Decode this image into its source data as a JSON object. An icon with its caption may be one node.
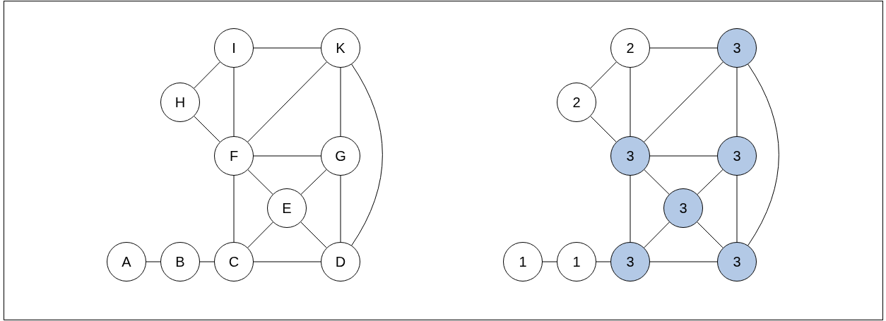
{
  "diagram": {
    "nodes": [
      {
        "text": [
          "I"
        ]
      },
      {
        "text": [
          "K"
        ]
      },
      {
        "text": [
          "H"
        ]
      },
      {
        "text": [
          "F"
        ]
      },
      {
        "text": [
          "G"
        ]
      },
      {
        "text": [
          "E"
        ]
      },
      {
        "text": [
          "A"
        ]
      },
      {
        "text": [
          "B"
        ]
      },
      {
        "text": [
          "C"
        ]
      },
      {
        "text": [
          "D"
        ]
      },
      {
        "text": [
          "2"
        ]
      },
      {
        "text": [
          "3"
        ]
      },
      {
        "text": [
          "2"
        ]
      },
      {
        "text": [
          "3"
        ]
      },
      {
        "text": [
          "3"
        ]
      },
      {
        "text": [
          "3"
        ]
      },
      {
        "text": [
          "1"
        ]
      },
      {
        "text": [
          "1"
        ]
      },
      {
        "text": [
          "3"
        ]
      },
      {
        "text": [
          "3"
        ]
      }
    ],
    "edges": [
      {
        "from": 0,
        "to": 1,
        "arrow": "none"
      },
      {
        "from": 2,
        "to": 0,
        "arrow": "none"
      },
      {
        "from": 0,
        "to": 3,
        "arrow": "none"
      },
      {
        "from": 2,
        "to": 3,
        "arrow": "none"
      },
      {
        "from": 3,
        "to": 1,
        "arrow": "none"
      },
      {
        "from": 1,
        "to": 4,
        "arrow": "none"
      },
      {
        "from": 1,
        "to": 9,
        "arrow": "none"
      },
      {
        "from": 3,
        "to": 4,
        "arrow": "none"
      },
      {
        "from": 3,
        "to": 5,
        "arrow": "none"
      },
      {
        "from": 3,
        "to": 8,
        "arrow": "none"
      },
      {
        "from": 4,
        "to": 5,
        "arrow": "none"
      },
      {
        "from": 4,
        "to": 9,
        "arrow": "none"
      },
      {
        "from": 5,
        "to": 8,
        "arrow": "none"
      },
      {
        "from": 5,
        "to": 9,
        "arrow": "none"
      },
      {
        "from": 6,
        "to": 7,
        "arrow": "none"
      },
      {
        "from": 7,
        "to": 8,
        "arrow": "none"
      },
      {
        "from": 8,
        "to": 9,
        "arrow": "none"
      },
      {
        "from": 10,
        "to": 11,
        "arrow": "none"
      },
      {
        "from": 12,
        "to": 10,
        "arrow": "none"
      },
      {
        "from": 10,
        "to": 13,
        "arrow": "none"
      },
      {
        "from": 12,
        "to": 13,
        "arrow": "none"
      },
      {
        "from": 13,
        "to": 11,
        "arrow": "none"
      },
      {
        "from": 11,
        "to": 14,
        "arrow": "none"
      },
      {
        "from": 11,
        "to": 19,
        "arrow": "none"
      },
      {
        "from": 13,
        "to": 14,
        "arrow": "none"
      },
      {
        "from": 13,
        "to": 15,
        "arrow": "none"
      },
      {
        "from": 13,
        "to": 18,
        "arrow": "none"
      },
      {
        "from": 14,
        "to": 15,
        "arrow": "none"
      },
      {
        "from": 14,
        "to": 19,
        "arrow": "none"
      },
      {
        "from": 15,
        "to": 18,
        "arrow": "none"
      },
      {
        "from": 15,
        "to": 19,
        "arrow": "none"
      },
      {
        "from": 16,
        "to": 17,
        "arrow": "none"
      },
      {
        "from": 17,
        "to": 18,
        "arrow": "none"
      },
      {
        "from": 18,
        "to": 19,
        "arrow": "none"
      }
    ]
  }
}
